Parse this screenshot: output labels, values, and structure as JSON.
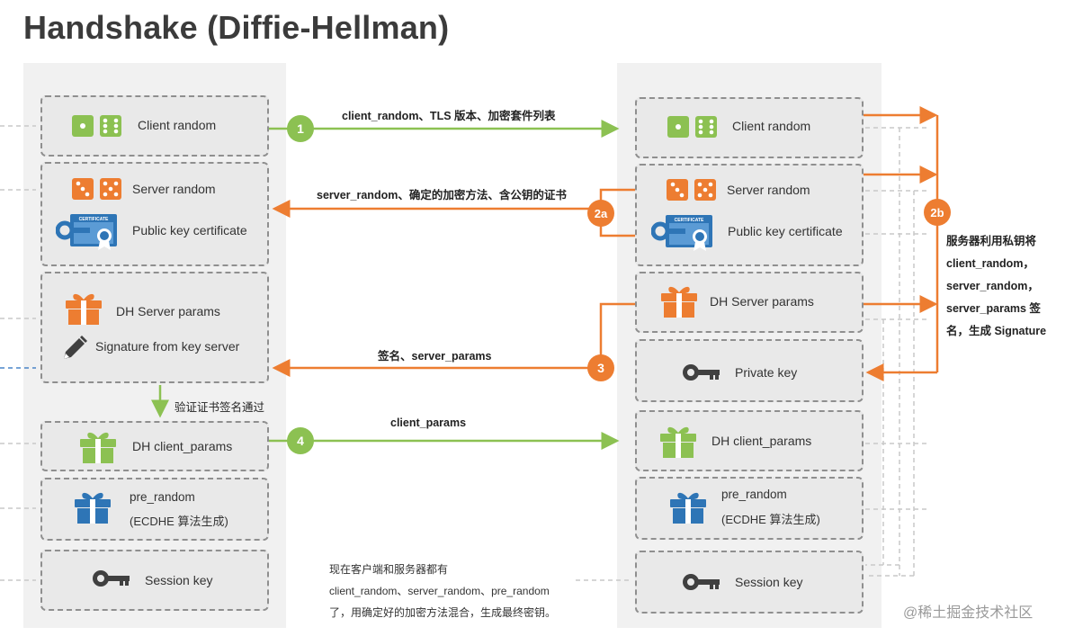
{
  "title": "Handshake (Diffie-Hellman)",
  "colors": {
    "green": "#8cc152",
    "orange": "#ed7d31",
    "blue": "#2e75b6",
    "dark": "#404040"
  },
  "client": {
    "client_random": "Client random",
    "server_random": "Server random",
    "public_key_certificate": "Public key certificate",
    "dh_server_params": "DH Server params",
    "signature": "Signature from key server",
    "dh_client_params": "DH client_params",
    "pre_random": "pre_random",
    "pre_random_sub": "(ECDHE 算法生成)",
    "session_key": "Session key"
  },
  "server": {
    "client_random": "Client random",
    "server_random": "Server random",
    "public_key_certificate": "Public key certificate",
    "dh_server_params": "DH Server params",
    "private_key": "Private key",
    "dh_client_params": "DH client_params",
    "pre_random": "pre_random",
    "pre_random_sub": "(ECDHE 算法生成)",
    "session_key": "Session key"
  },
  "certificate_text": "CERTIFICATE",
  "steps": {
    "s1": "1",
    "s2a": "2a",
    "s2b": "2b",
    "s3": "3",
    "s4": "4"
  },
  "messages": {
    "m1": "client_random、TLS 版本、加密套件列表",
    "m2": "server_random、确定的加密方法、含公钥的证书",
    "m3": "签名、server_params",
    "m4": "client_params",
    "verify": "验证证书签名通过"
  },
  "note_lines": [
    "现在客户端和服务器都有",
    "client_random、server_random、pre_random",
    "了，用确定好的加密方法混合，生成最终密钥。"
  ],
  "side_note_lines": [
    "服务器利用私钥将",
    "client_random，",
    "server_random，",
    "server_params 签",
    "名，生成 Signature"
  ],
  "watermark": "@稀土掘金技术社区"
}
